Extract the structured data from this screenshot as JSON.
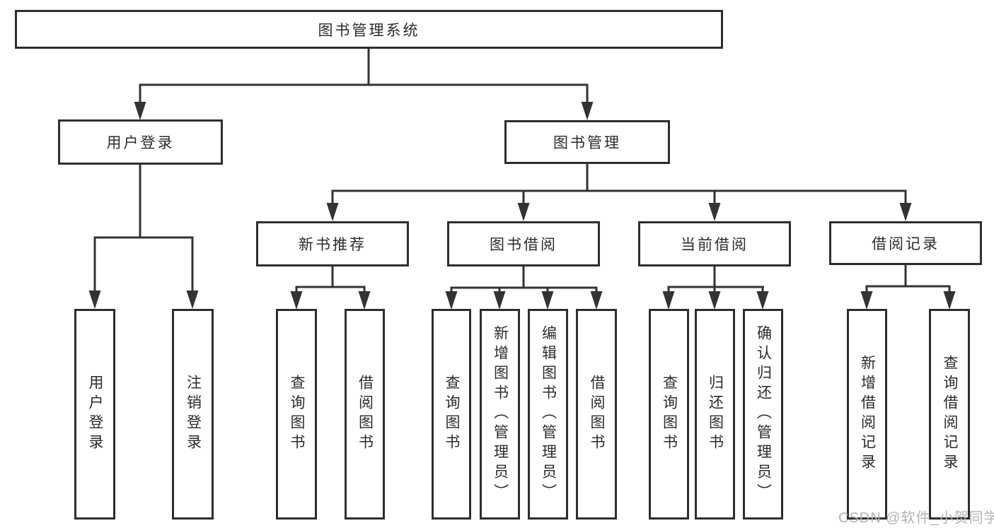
{
  "diagram": {
    "root": {
      "label": "图书管理系统"
    },
    "level2": [
      {
        "label": "用户登录"
      },
      {
        "label": "图书管理"
      }
    ],
    "level3": [
      {
        "label": "新书推荐"
      },
      {
        "label": "图书借阅"
      },
      {
        "label": "当前借阅"
      },
      {
        "label": "借阅记录"
      }
    ],
    "leaves": [
      {
        "label": "用户登录"
      },
      {
        "label": "注销登录"
      },
      {
        "label": "查询图书"
      },
      {
        "label": "借阅图书"
      },
      {
        "label": "查询图书"
      },
      {
        "label": "新增图书（管理员）"
      },
      {
        "label": "编辑图书（管理员）"
      },
      {
        "label": "借阅图书"
      },
      {
        "label": "查询图书"
      },
      {
        "label": "归还图书"
      },
      {
        "label": "确认归还（管理员）"
      },
      {
        "label": "新增借阅记录"
      },
      {
        "label": "查询借阅记录"
      }
    ]
  },
  "watermark": {
    "text": "CSDN @软件_小贺同学"
  },
  "colors": {
    "line": "#333333",
    "box_border": "#2e2e2e",
    "text": "#2b2b2b",
    "watermark": "#b2b2b2",
    "background": "#ffffff"
  }
}
